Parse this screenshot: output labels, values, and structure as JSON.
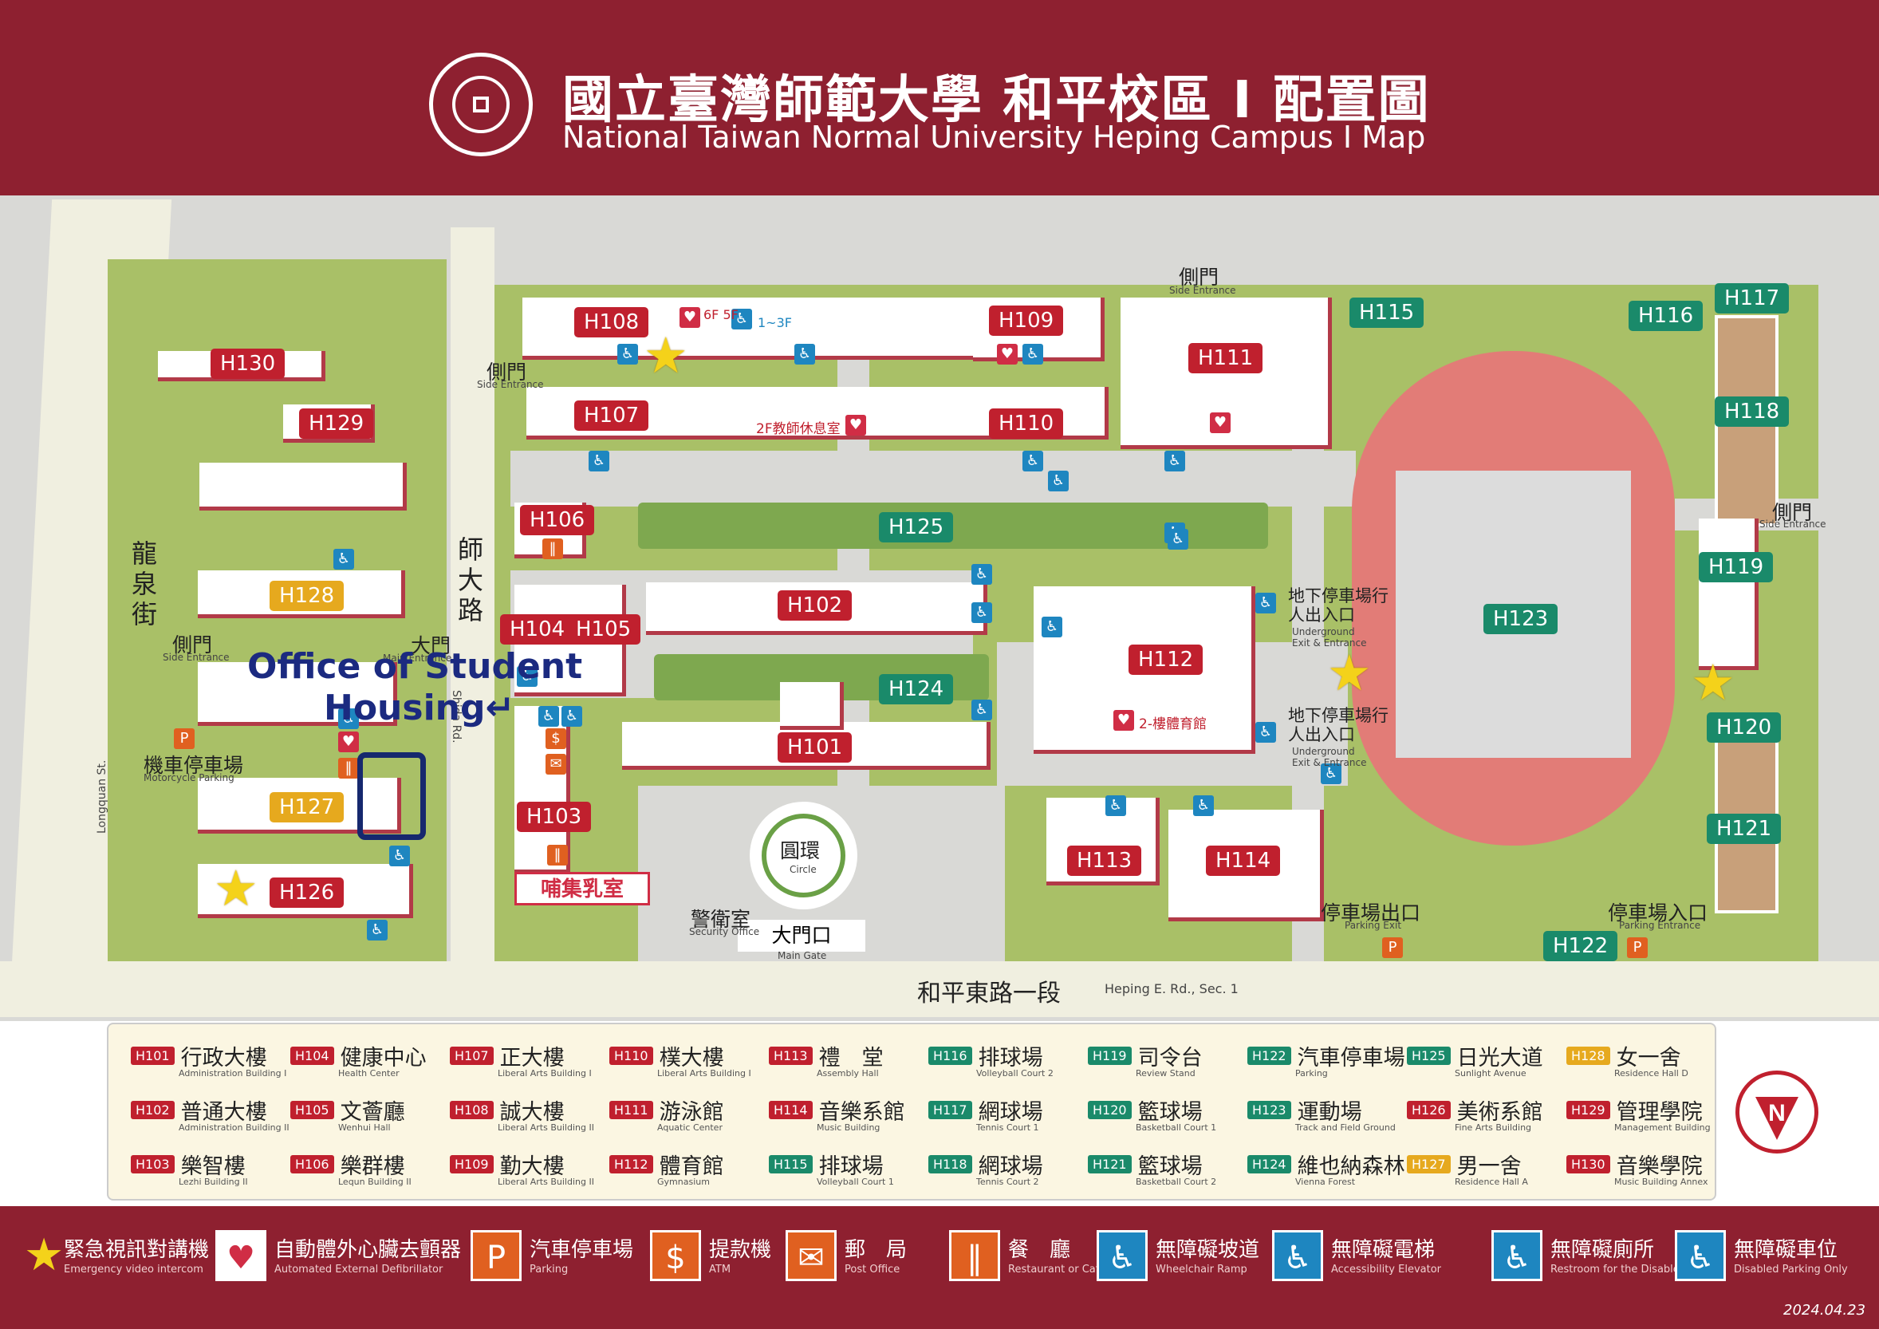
{
  "header": {
    "title_zh": "國立臺灣師範大學 和平校區 I 配置圖",
    "title_en": "National Taiwan Normal University  Heping Campus I Map"
  },
  "map": {
    "buildings": [
      {
        "code": "H101",
        "style": "r"
      },
      {
        "code": "H102",
        "style": "r"
      },
      {
        "code": "H103",
        "style": "r"
      },
      {
        "code": "H104",
        "style": "r"
      },
      {
        "code": "H105",
        "style": "r"
      },
      {
        "code": "H106",
        "style": "r"
      },
      {
        "code": "H107",
        "style": "r"
      },
      {
        "code": "H108",
        "style": "r"
      },
      {
        "code": "H109",
        "style": "r"
      },
      {
        "code": "H110",
        "style": "r"
      },
      {
        "code": "H111",
        "style": "r"
      },
      {
        "code": "H112",
        "style": "r"
      },
      {
        "code": "H113",
        "style": "r"
      },
      {
        "code": "H114",
        "style": "r"
      },
      {
        "code": "H115",
        "style": "g"
      },
      {
        "code": "H116",
        "style": "g"
      },
      {
        "code": "H117",
        "style": "g"
      },
      {
        "code": "H118",
        "style": "g"
      },
      {
        "code": "H119",
        "style": "g"
      },
      {
        "code": "H120",
        "style": "g"
      },
      {
        "code": "H121",
        "style": "g"
      },
      {
        "code": "H122",
        "style": "g"
      },
      {
        "code": "H123",
        "style": "g"
      },
      {
        "code": "H124",
        "style": "g"
      },
      {
        "code": "H125",
        "style": "g"
      },
      {
        "code": "H126",
        "style": "r"
      },
      {
        "code": "H127",
        "style": "y"
      },
      {
        "code": "H128",
        "style": "y"
      },
      {
        "code": "H129",
        "style": "r"
      },
      {
        "code": "H130",
        "style": "r"
      }
    ],
    "labels": {
      "side_gate_1": "側門",
      "side_gate_1_en": "Side Entrance",
      "side_gate_2": "側門",
      "side_gate_2_en": "Side Entrance",
      "side_gate_3": "側門",
      "side_gate_3_en": "Side Entrance",
      "side_gate_4": "側門",
      "side_gate_4_en": "Side Entrance",
      "main_gate_left": "大門",
      "main_gate_left_en": "Main Entrance",
      "main_gate": "大門口",
      "main_gate_en": "Main Gate",
      "guard_room": "警衛室",
      "guard_room_en": "Security Office",
      "circle": "圓環",
      "circle_en": "Circle",
      "longquan_st_zh": "龍泉街",
      "longquan_st_en": "Longquan St.",
      "shida_rd_zh": "師大路",
      "shida_rd_en": "Shida Rd.",
      "heping_rd_zh": "和平東路一段",
      "heping_rd_en": "Heping E. Rd., Sec. 1",
      "underground_1": "地下停車場行人出入口",
      "underground_1_en": "Underground Exit & Entrance",
      "underground_2": "地下停車場行人出入口",
      "underground_2_en": "Underground Exit & Entrance",
      "parking_exit": "停車場出口",
      "parking_exit_en": "Parking Exit",
      "parking_entrance": "停車場入口",
      "parking_entrance_en": "Parking Entrance",
      "moto_parking": "機車停車場",
      "moto_parking_en": "Motorcycle Parking",
      "nursing_room": "哺集乳室",
      "h107_note": "2F教師休息室",
      "h112_note": "2-樓體育館",
      "h108_floor": "6F 5F",
      "h108_floor2": "1~3F"
    },
    "highlight": {
      "text_line1": "Office of Student",
      "text_line2": "Housing↵"
    }
  },
  "legend": {
    "rows": [
      [
        {
          "code": "H101",
          "zh": "行政大樓",
          "en": "Administration Building I"
        },
        {
          "code": "H104",
          "zh": "健康中心",
          "en": "Health Center"
        },
        {
          "code": "H107",
          "zh": "正大樓",
          "en": "Liberal Arts Building I"
        },
        {
          "code": "H110",
          "zh": "樸大樓",
          "en": "Liberal Arts Building I"
        },
        {
          "code": "H113",
          "zh": "禮　堂",
          "en": "Assembly Hall"
        },
        {
          "code": "H116",
          "zh": "排球場",
          "en": "Volleyball Court 2"
        },
        {
          "code": "H119",
          "zh": "司令台",
          "en": "Review Stand"
        },
        {
          "code": "H122",
          "zh": "汽車停車場",
          "en": "Parking"
        },
        {
          "code": "H125",
          "zh": "日光大道",
          "en": "Sunlight Avenue"
        },
        {
          "code": "H128",
          "zh": "女一舍",
          "en": "Residence Hall D"
        }
      ],
      [
        {
          "code": "H102",
          "zh": "普通大樓",
          "en": "Administration Building II"
        },
        {
          "code": "H105",
          "zh": "文薈廳",
          "en": "Wenhui Hall"
        },
        {
          "code": "H108",
          "zh": "誠大樓",
          "en": "Liberal Arts Building II"
        },
        {
          "code": "H111",
          "zh": "游泳館",
          "en": "Aquatic Center"
        },
        {
          "code": "H114",
          "zh": "音樂系館",
          "en": "Music Building"
        },
        {
          "code": "H117",
          "zh": "網球場",
          "en": "Tennis Court 1"
        },
        {
          "code": "H120",
          "zh": "籃球場",
          "en": "Basketball Court 1"
        },
        {
          "code": "H123",
          "zh": "運動場",
          "en": "Track and Field Ground"
        },
        {
          "code": "H126",
          "zh": "美術系館",
          "en": "Fine Arts Building"
        },
        {
          "code": "H129",
          "zh": "管理學院",
          "en": "Management Building"
        }
      ],
      [
        {
          "code": "H103",
          "zh": "樂智樓",
          "en": "Lezhi Building II"
        },
        {
          "code": "H106",
          "zh": "樂群樓",
          "en": "Lequn Building II"
        },
        {
          "code": "H109",
          "zh": "勤大樓",
          "en": "Liberal Arts Building II"
        },
        {
          "code": "H112",
          "zh": "體育館",
          "en": "Gymnasium"
        },
        {
          "code": "H115",
          "zh": "排球場",
          "en": "Volleyball Court 1"
        },
        {
          "code": "H118",
          "zh": "網球場",
          "en": "Tennis Court 2"
        },
        {
          "code": "H121",
          "zh": "籃球場",
          "en": "Basketball Court 2"
        },
        {
          "code": "H124",
          "zh": "維也納森林",
          "en": "Vienna Forest"
        },
        {
          "code": "H127",
          "zh": "男一舍",
          "en": "Residence Hall A"
        },
        {
          "code": "H130",
          "zh": "音樂學院",
          "en": "Music Building Annex"
        }
      ]
    ],
    "compass": "N"
  },
  "symbols": [
    {
      "icon": "star-icon",
      "glyph": "★",
      "zh": "緊急視訊對講機",
      "en": "Emergency video intercom"
    },
    {
      "icon": "aed-icon",
      "glyph": "♥",
      "zh": "自動體外心臟去顫器",
      "en": "Automated External Defibrillator"
    },
    {
      "icon": "parking-icon",
      "glyph": "P",
      "zh": "汽車停車場",
      "en": "Parking"
    },
    {
      "icon": "atm-icon",
      "glyph": "$",
      "zh": "提款機",
      "en": "ATM"
    },
    {
      "icon": "post-office-icon",
      "glyph": "✉",
      "zh": "郵　局",
      "en": "Post Office"
    },
    {
      "icon": "restaurant-icon",
      "glyph": "‖",
      "zh": "餐　廳",
      "en": "Restaurant or Cafe"
    },
    {
      "icon": "wheelchair-ramp-icon",
      "glyph": "♿",
      "zh": "無障礙坡道",
      "en": "Wheelchair Ramp"
    },
    {
      "icon": "accessible-elevator-icon",
      "glyph": "♿",
      "zh": "無障礙電梯",
      "en": "Accessibility Elevator"
    },
    {
      "icon": "accessible-restroom-icon",
      "glyph": "♿",
      "zh": "無障礙廁所",
      "en": "Restroom for the Disabled"
    },
    {
      "icon": "disabled-parking-icon",
      "glyph": "♿",
      "zh": "無障礙車位",
      "en": "Disabled Parking Only"
    }
  ],
  "date": "2024.04.23",
  "colors": {
    "brand": "#8e2030",
    "building_red": "#c0202e",
    "sports_green": "#1a8a6a",
    "dorm_yellow": "#e6a91e",
    "lawn": "#a9c067",
    "track": "#e27c77"
  }
}
